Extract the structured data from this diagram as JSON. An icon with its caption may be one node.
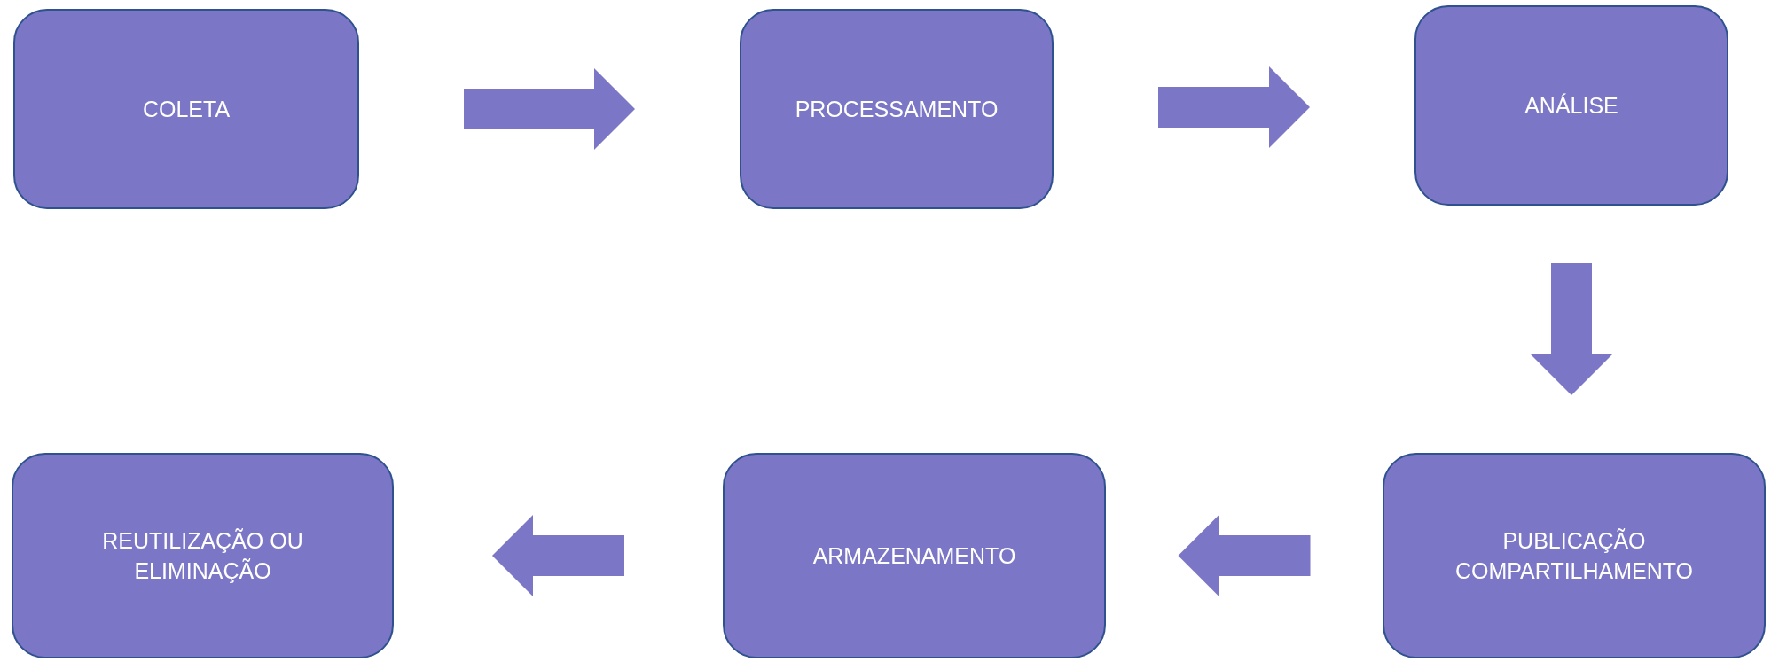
{
  "diagram": {
    "nodes": [
      {
        "text": [
          "COLETA"
        ]
      },
      {
        "text": [
          "PROCESSAMENTO"
        ]
      },
      {
        "text": [
          "ANÁLISE"
        ]
      },
      {
        "text": [
          "PUBLICAÇÃO COMPARTILHAMENTO"
        ]
      },
      {
        "text": [
          "ARMAZENAMENTO"
        ]
      },
      {
        "text": [
          "REUTILIZAÇÃO OU ELIMINAÇÃO"
        ]
      }
    ],
    "edges": [
      {
        "from": 0,
        "to": 1,
        "arrow": "to"
      },
      {
        "from": 1,
        "to": 2,
        "arrow": "to"
      },
      {
        "from": 2,
        "to": 3,
        "arrow": "to"
      },
      {
        "from": 3,
        "to": 4,
        "arrow": "to"
      },
      {
        "from": 4,
        "to": 5,
        "arrow": "to"
      }
    ]
  }
}
